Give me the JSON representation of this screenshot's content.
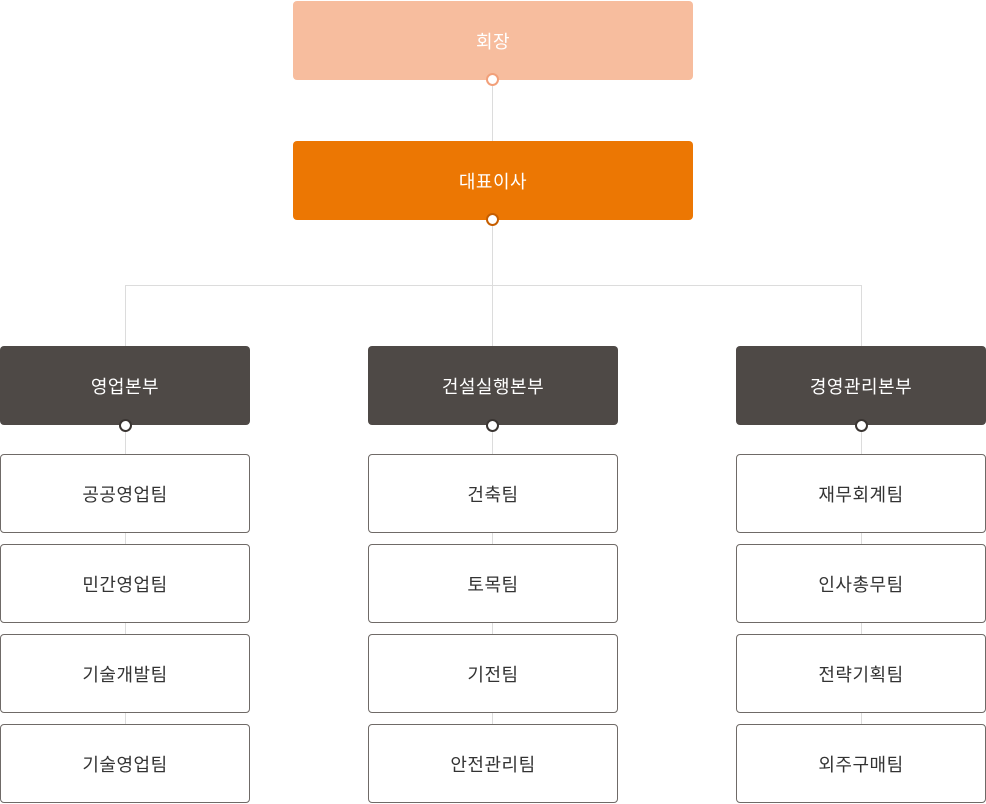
{
  "chairman": {
    "label": "회장"
  },
  "ceo": {
    "label": "대표이사"
  },
  "divisions": [
    {
      "label": "영업본부",
      "teams": [
        "공공영업팀",
        "민간영업팀",
        "기술개발팀",
        "기술영업팀"
      ]
    },
    {
      "label": "건설실행본부",
      "teams": [
        "건축팀",
        "토목팀",
        "기전팀",
        "안전관리팀"
      ]
    },
    {
      "label": "경영관리본부",
      "teams": [
        "재무회계팀",
        "인사총무팀",
        "전략기획팀",
        "외주구매팀"
      ]
    }
  ],
  "colors": {
    "chairman_bg": "#f7bd9e",
    "ceo_bg": "#ec7703",
    "division_bg": "#4e4946",
    "team_border": "#6f6a67",
    "connector": "#dcdcdc"
  }
}
